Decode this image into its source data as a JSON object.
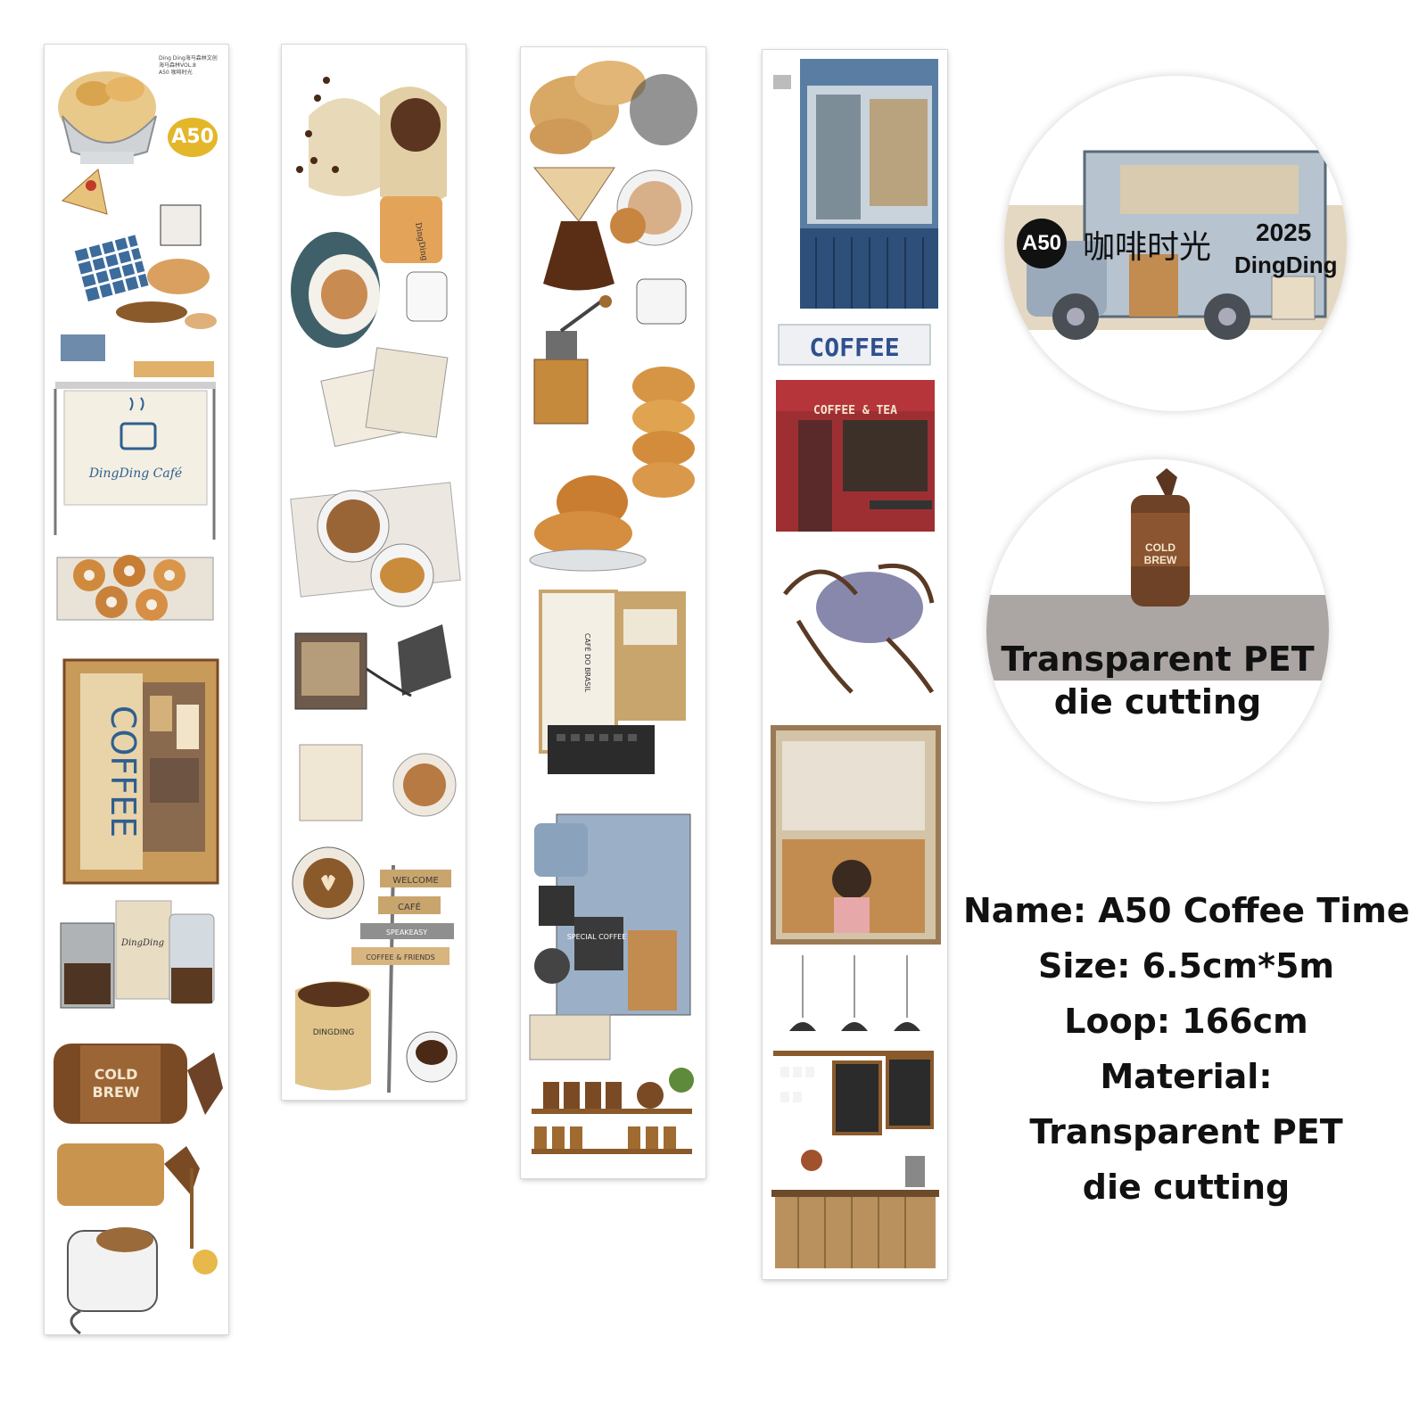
{
  "strip1": {
    "badge": "A50",
    "header_lines": [
      "Ding Ding海马森林文创",
      "海马森林VOL.8",
      "A50 咖啡时光"
    ],
    "cafe_sign": "DingDing Café",
    "kiosk_sign": "COFFEE",
    "can_label_1": "COLD",
    "can_label_2": "BREW",
    "bag_label": "DingDing"
  },
  "strip2": {
    "cup_label": "DingDing",
    "signpost": [
      "WELCOME",
      "CAFÉ",
      "SPEAKEASY",
      "COFFEE & FRIENDS"
    ],
    "bag_label": "DINGDING"
  },
  "strip3": {
    "cafe_label": "CAFÉ DO BRASIL",
    "truck_sign": "SPECIAL COFFEE"
  },
  "strip4": {
    "shop_sign": "COFFEE",
    "awning_text": "COFFEE & TEA"
  },
  "circle1": {
    "badge": "A50",
    "title_cn": "咖啡时光",
    "year": "2025",
    "brand": "DingDing"
  },
  "circle2": {
    "can_text": "COLD BREW",
    "caption_line1": "Transparent PET",
    "caption_line2": "die cutting"
  },
  "info": {
    "name": "Name: A50 Coffee Time",
    "size": "Size: 6.5cm*5m",
    "loop": "Loop: 166cm",
    "material_label": "Material:",
    "material_line1": "Transparent PET",
    "material_line2": "die cutting"
  },
  "colors": {
    "accent_gold": "#e4b62a",
    "band_grey": "#aba6a3",
    "coffee_brown": "#7a4a24",
    "steel_blue": "#6e8bab",
    "awning_red": "#b5353a"
  }
}
